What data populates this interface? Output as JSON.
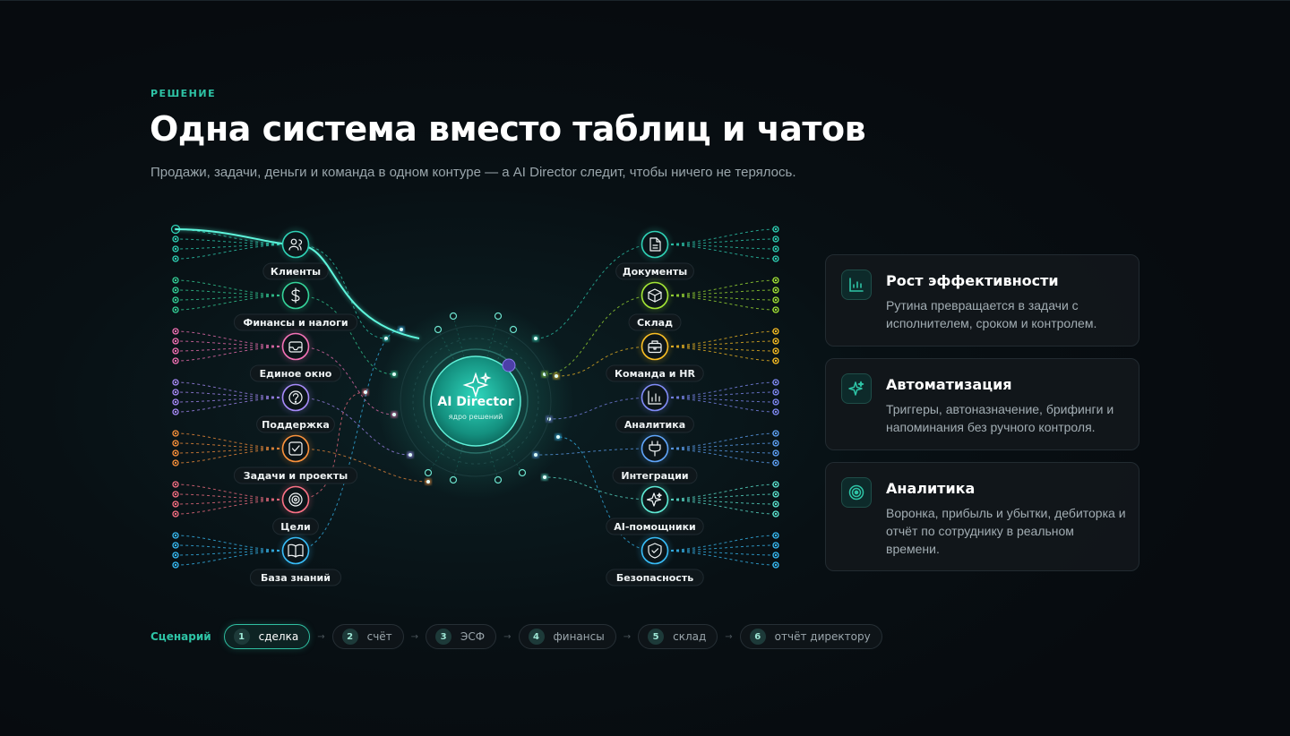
{
  "section": {
    "eyebrow": "РЕШЕНИЕ",
    "title": "Одна система вместо таблиц и чатов",
    "subtitle": "Продажи, задачи, деньги и команда в одном контуре — а AI Director следит, чтобы ничего не терялось."
  },
  "hub": {
    "title": "AI Director",
    "subtitle": "ядро решений"
  },
  "left_modules": [
    {
      "label": "Клиенты",
      "icon": "users-icon",
      "color": "#2fd1b5"
    },
    {
      "label": "Финансы и налоги",
      "icon": "dollar-icon",
      "color": "#34d399"
    },
    {
      "label": "Единое окно",
      "icon": "inbox-icon",
      "color": "#f472b6"
    },
    {
      "label": "Поддержка",
      "icon": "help-icon",
      "color": "#a78bfa"
    },
    {
      "label": "Задачи и проекты",
      "icon": "checkbox-icon",
      "color": "#fb923c"
    },
    {
      "label": "Цели",
      "icon": "target-icon",
      "color": "#fb7185"
    },
    {
      "label": "База знаний",
      "icon": "book-icon",
      "color": "#38bdf8"
    }
  ],
  "right_modules": [
    {
      "label": "Документы",
      "icon": "document-icon",
      "color": "#2fd1b5"
    },
    {
      "label": "Склад",
      "icon": "box-icon",
      "color": "#a3e635"
    },
    {
      "label": "Команда и HR",
      "icon": "briefcase-icon",
      "color": "#fbbf24"
    },
    {
      "label": "Аналитика",
      "icon": "bar-chart-icon",
      "color": "#818cf8"
    },
    {
      "label": "Интеграции",
      "icon": "plug-icon",
      "color": "#60a5fa"
    },
    {
      "label": "AI-помощники",
      "icon": "sparkle-icon",
      "color": "#5eead4"
    },
    {
      "label": "Безопасность",
      "icon": "shield-icon",
      "color": "#38bdf8"
    }
  ],
  "features": [
    {
      "title": "Рост эффективности",
      "desc": "Рутина превращается в задачи с исполнителем, сроком и контролем.",
      "icon": "bar-chart-icon"
    },
    {
      "title": "Автоматизация",
      "desc": "Триггеры, автоназначение, брифинги и напоминания без ручного контроля.",
      "icon": "sparkle-icon"
    },
    {
      "title": "Аналитика",
      "desc": "Воронка, прибыль и убытки, дебиторка и отчёт по сотруднику в реальном времени.",
      "icon": "target-icon"
    }
  ],
  "scenario": {
    "label": "Сценарий",
    "active_index": 0,
    "steps": [
      {
        "num": "1",
        "label": "сделка"
      },
      {
        "num": "2",
        "label": "счёт"
      },
      {
        "num": "3",
        "label": "ЭСФ"
      },
      {
        "num": "4",
        "label": "финансы"
      },
      {
        "num": "5",
        "label": "склад"
      },
      {
        "num": "6",
        "label": "отчёт директору"
      }
    ]
  },
  "colors": {
    "accent": "#2ec4a6",
    "background": "#070b0f",
    "hub": "#20b8a0"
  }
}
